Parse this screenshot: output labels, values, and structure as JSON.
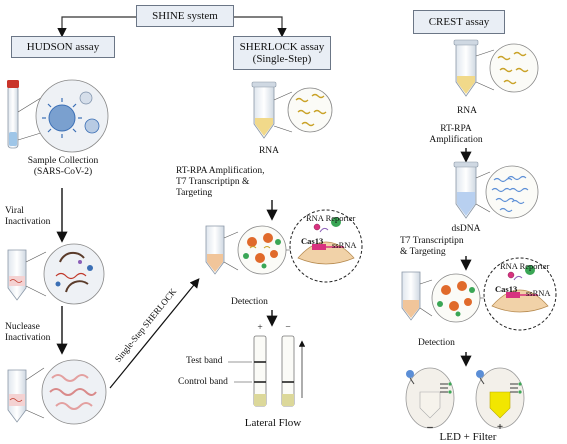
{
  "titles": {
    "shine": "SHINE system",
    "hudson": "HUDSON assay",
    "sherlock_line1": "SHERLOCK assay",
    "sherlock_line2": "(Single-Step)",
    "crest": "CREST assay"
  },
  "hudson": {
    "sample_line1": "Sample Collection",
    "sample_line2": "(SARS-CoV-2)",
    "viral_line1": "Viral",
    "viral_line2": "Inactivation",
    "nuclease_line1": "Nuclease",
    "nuclease_line2": "Inactivation",
    "connector": "Single-Step SHERLOCK"
  },
  "sherlock": {
    "rna": "RNA",
    "step_line1": "RT-RPA Amplification,",
    "step_line2": "T7 Transcriptipn &",
    "step_line3": "Targeting",
    "rna_reporter": "RNA Reporter",
    "cas13": "Cas13",
    "ssrna": "ssRNA",
    "detection": "Detection",
    "plus": "+",
    "minus": "−",
    "test_band": "Test band",
    "control_band": "Control band",
    "lateral_flow": "Lateral Flow"
  },
  "crest": {
    "rna": "RNA",
    "step1_line1": "RT-RPA",
    "step1_line2": "Amplification",
    "dsdna": "dsDNA",
    "step2_line1": "T7 Transcriptipn",
    "step2_line2": "& Targeting",
    "rna_reporter": "RNA Reporter",
    "cas13": "Cas13",
    "ssrna": "ssRNA",
    "detection": "Detection",
    "minus": "–",
    "plus": "+",
    "result": "LED + Filter"
  },
  "colors": {
    "box_fill": "#e9eef5",
    "box_border": "#6b7686",
    "virus_blue": "#3b6fb5",
    "rna_gold": "#c9a227",
    "cas13_pink": "#d8317f",
    "reporter_green": "#3aa655",
    "reporter_purple": "#8b5fb7",
    "amplicon_blue": "#5b8ed6",
    "test_yellow": "#f2e600",
    "protein_orange": "#e06a2b"
  }
}
